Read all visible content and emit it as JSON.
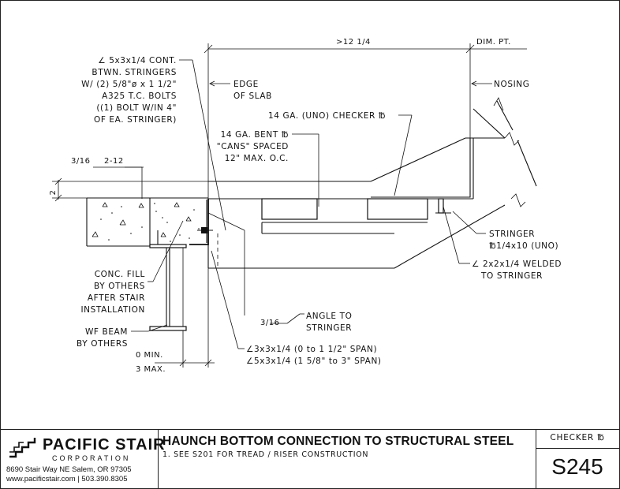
{
  "drawing": {
    "dims": {
      "top_span": ">12 1/4",
      "dim_pt": "DIM. PT.",
      "slab_thickness": "2",
      "weld_top_size": "3/16",
      "weld_top_spec": "2-12",
      "weld_bottom_size": "3/16",
      "min_gap": "0 MIN.",
      "max_gap": "3 MAX."
    },
    "callouts": {
      "angle_cont": [
        "∠ 5x3x1/4 CONT.",
        "BTWN. STRINGERS",
        "W/ (2) 5/8\"ø x 1 1/2\"",
        "A325 T.C. BOLTS",
        "((1) BOLT W/IN 4\"",
        "OF EA. STRINGER)"
      ],
      "edge_of_slab": [
        "EDGE",
        "OF SLAB"
      ],
      "nosing": "NOSING",
      "checker_plate": "14 GA. (UNO) CHECKER ℔",
      "bent_plate": [
        "14 GA. BENT ℔",
        "\"CANS\" SPACED",
        "12\" MAX. O.C."
      ],
      "stringer": [
        "STRINGER",
        "℔1/4x10 (UNO)"
      ],
      "angle_welded": [
        "∠ 2x2x1/4 WELDED",
        "TO STRINGER"
      ],
      "conc_fill": [
        "CONC. FILL",
        "BY OTHERS",
        "AFTER STAIR",
        "INSTALLATION"
      ],
      "wf_beam": [
        "WF BEAM",
        "BY OTHERS"
      ],
      "angle_to_stringer": [
        "ANGLE TO",
        "STRINGER"
      ],
      "angle_spans": [
        "∠3x3x1/4 (0 to 1 1/2\" SPAN)",
        "∠5x3x1/4 (1 5/8\" to 3\" SPAN)"
      ]
    }
  },
  "title_block": {
    "company_name": "PACIFIC STAIR",
    "company_sub": "CORPORATION",
    "address": "8690 Stair Way NE Salem, OR 97305",
    "contact": "www.pacificstair.com  |  503.390.8305",
    "title": "HAUNCH BOTTOM CONNECTION TO STRUCTURAL STEEL",
    "note": "1. SEE S201 FOR TREAD / RISER CONSTRUCTION",
    "type": "CHECKER ℔",
    "sheet_number": "S245"
  }
}
